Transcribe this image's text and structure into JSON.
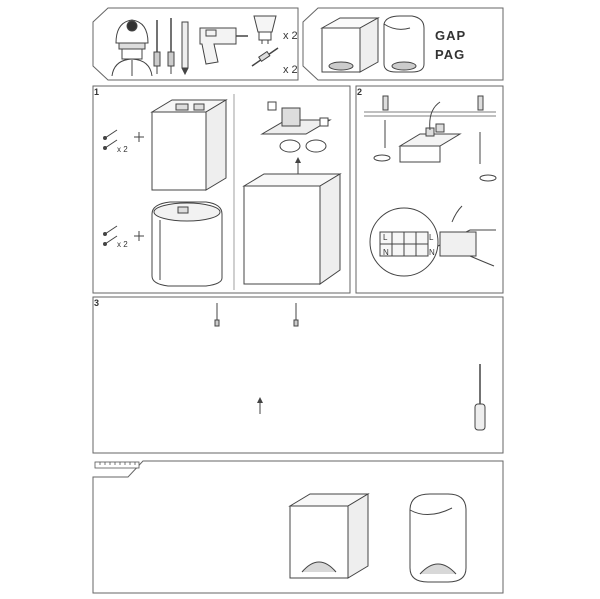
{
  "header": {
    "models": [
      "GAP",
      "PAG"
    ],
    "tools": [
      {
        "icon": "electrician-icon"
      },
      {
        "icon": "screwdriver-icon"
      },
      {
        "icon": "pencil-icon"
      },
      {
        "icon": "drill-icon"
      },
      {
        "icon": "gu10-bulb-icon",
        "quantity": "x 2"
      },
      {
        "icon": "wall-plug-screw-icon",
        "quantity": "x 2"
      }
    ]
  },
  "steps": [
    {
      "number": "1",
      "screw_qty_square": "x 2",
      "screw_qty_oval": "x 2"
    },
    {
      "number": "2",
      "terminal_labels": [
        "L",
        "N",
        "L",
        "N"
      ]
    },
    {
      "number": "3"
    }
  ],
  "colors": {
    "line": "#555555",
    "light_line": "#888888",
    "panel_border": "#666666"
  }
}
